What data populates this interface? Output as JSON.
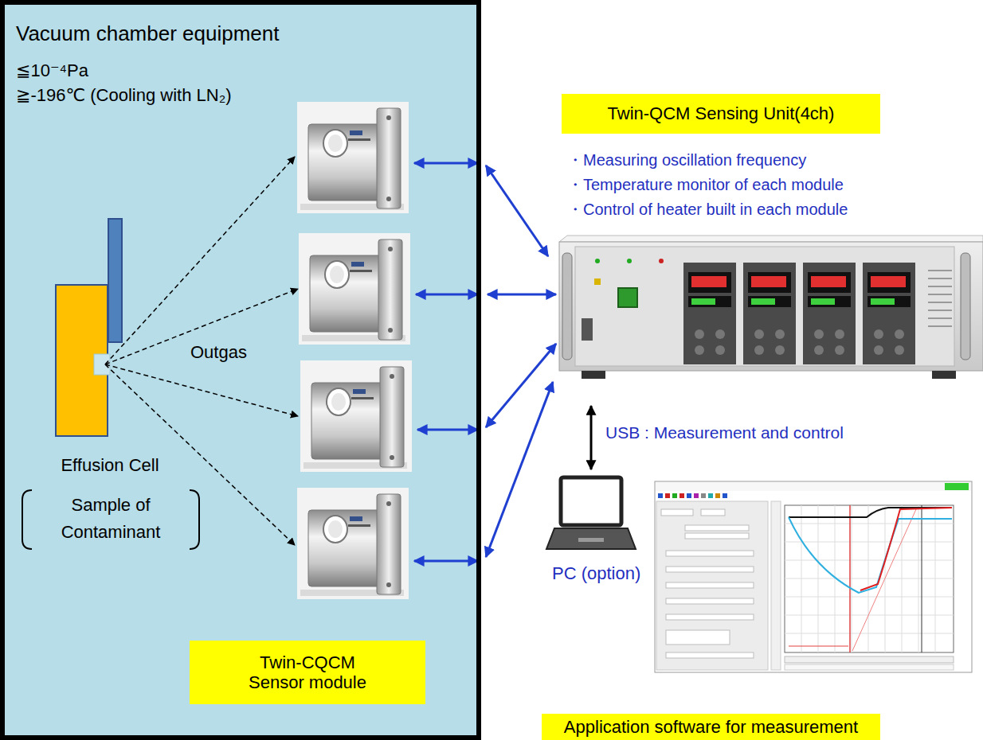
{
  "diagram": {
    "nodes": [
      {
        "text": [
          "Vacuum chamber equipment",
          "≦10⁻⁴Pa",
          "≧-196℃ (Cooling with LN₂)"
        ]
      },
      {
        "text": [
          "Twin-CQCM Sensor module"
        ],
        "in": 0
      },
      {
        "text": [
          "Twin-QCM Sensing Unit(4ch)"
        ]
      },
      {
        "text": [
          "Application software for measurement"
        ]
      }
    ],
    "labels": [
      "Effusion Cell",
      "Sample of Contaminant",
      "Outgas",
      "・Measuring oscillation frequency",
      "・Temperature monitor of each module",
      "・Control of heater built in each module",
      "USB : Measurement and control",
      "PC (option)"
    ]
  }
}
